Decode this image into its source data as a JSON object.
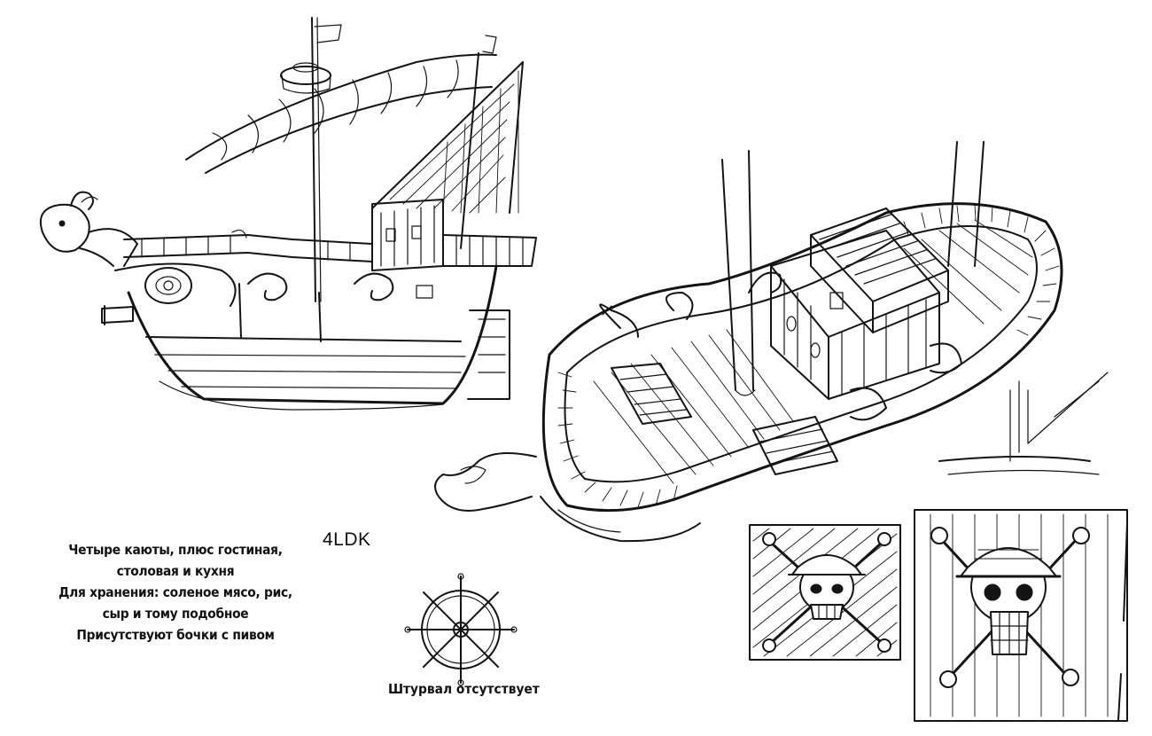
{
  "notes": {
    "lines": [
      "Четыре каюты, плюс гостиная,",
      "столовая и кухня",
      "Для хранения: соленое мясо, рис,",
      "сыр и тому подобное",
      "Присутствуют бочки с пивом"
    ]
  },
  "layout_code": "4LDK",
  "wheel_caption": "Штурвал отсутствует",
  "colors": {
    "ink": "#141414",
    "paper": "#ffffff"
  }
}
